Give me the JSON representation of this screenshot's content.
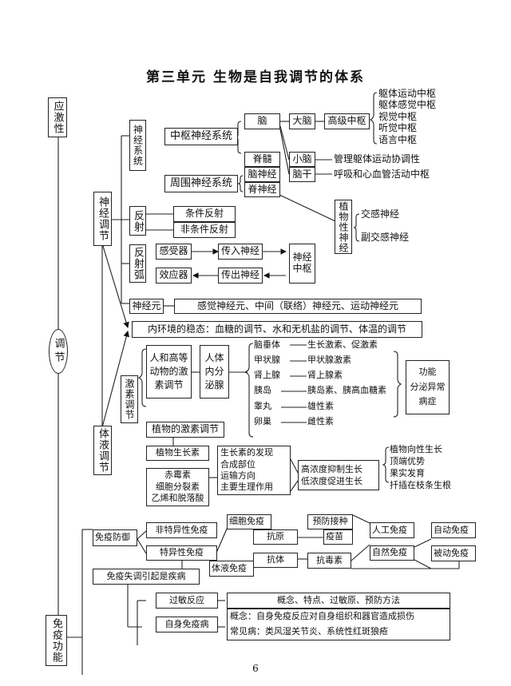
{
  "title": "第三单元    生物是自我调节的体系",
  "page_number": "6",
  "left_axis": {
    "stress": "应激性",
    "regulation": "调节",
    "immune": "免疫功能"
  },
  "nervous": {
    "label": "神经调节",
    "system": {
      "label": "神经系统",
      "central": "中枢神经系统",
      "peripheral": "周围神经系统",
      "brain": "脑",
      "spinal_cord": "脊髓",
      "cranial_nerve": "脑神经",
      "spinal_nerve": "脊神经",
      "cerebrum": "大脑",
      "cerebellum": "小脑",
      "brainstem": "脑干",
      "higher_center": "高级中枢",
      "centers": [
        "躯体运动中枢",
        "躯体感觉中枢",
        "视觉中枢",
        "听觉中枢",
        "语言中枢"
      ],
      "cerebellum_fn": "管理躯体运动协调性",
      "brainstem_fn": "呼吸和心血管活动中枢",
      "autonomic": "植物性神经",
      "sympathetic": "交感神经",
      "parasympathetic": "副交感神经"
    },
    "reflex": {
      "label": "反射",
      "conditioned": "条件反射",
      "unconditioned": "非条件反射"
    },
    "arc": {
      "label": "反射弧",
      "receptor": "感受器",
      "afferent": "传入神经",
      "center": "神经中枢",
      "efferent": "传出神经",
      "effector": "效应器"
    },
    "neuron": {
      "label": "神经元",
      "types": "感觉神经元、中间（联络）神经元、运动神经元"
    }
  },
  "homeostasis": "内环境的稳态：血糖的调节、水和无机盐的调节、体温的调节",
  "humoral": {
    "label": "体液调节",
    "hormone": {
      "label": "激素调节",
      "animal": "人和高等动物的激素调节",
      "endocrine": "人体内分泌腺",
      "glands": [
        {
          "gland": "脑垂体",
          "hormone": "生长激素、促激素"
        },
        {
          "gland": "甲状腺",
          "hormone": "甲状腺激素"
        },
        {
          "gland": "肾上腺",
          "hormone": "肾上腺素"
        },
        {
          "gland": "胰岛",
          "hormone": "胰岛素、胰高血糖素"
        },
        {
          "gland": "睾丸",
          "hormone": "雄性素"
        },
        {
          "gland": "卵巢",
          "hormone": "雌性素"
        }
      ],
      "disorder": [
        "功能",
        "分泌异常",
        "病症"
      ],
      "plant": "植物的激素调节",
      "auxin": "植物生长素",
      "others": [
        "赤霉素",
        "细胞分裂素",
        "乙烯和脱落酸"
      ],
      "auxin_topics": [
        "生长素的发现",
        "合成部位",
        "运输方向",
        "主要生理作用"
      ],
      "concentration": [
        "高浓度抑制生长",
        "低浓度促进生长"
      ],
      "applications": [
        "植物向性生长",
        "顶端优势",
        "果实发育",
        "扦插在枝条生根"
      ]
    }
  },
  "immune": {
    "defense": "免疫防御",
    "nonspecific": "非特异性免疫",
    "specific": "特异性免疫",
    "cellular": "细胞免疫",
    "humoral_immunity": "体液免疫",
    "antigen": "抗原",
    "antibody": "抗体",
    "vaccination": "预防接种",
    "vaccine": "疫苗",
    "antitoxin": "抗毒素",
    "artificial": "人工免疫",
    "natural": "自然免疫",
    "active": "自动免疫",
    "passive": "被动免疫",
    "dysregulation": "免疫失调引起是疾病",
    "allergy": "过敏反应",
    "allergy_topics": "概念、特点、过敏原、预防方法",
    "autoimmune": "自身免疫病",
    "autoimmune_concept": "概念：自身免疫反应对自身组织和器官造成损伤",
    "autoimmune_examples": "常见病：类风湿关节炎、系统性红斑狼疮"
  }
}
